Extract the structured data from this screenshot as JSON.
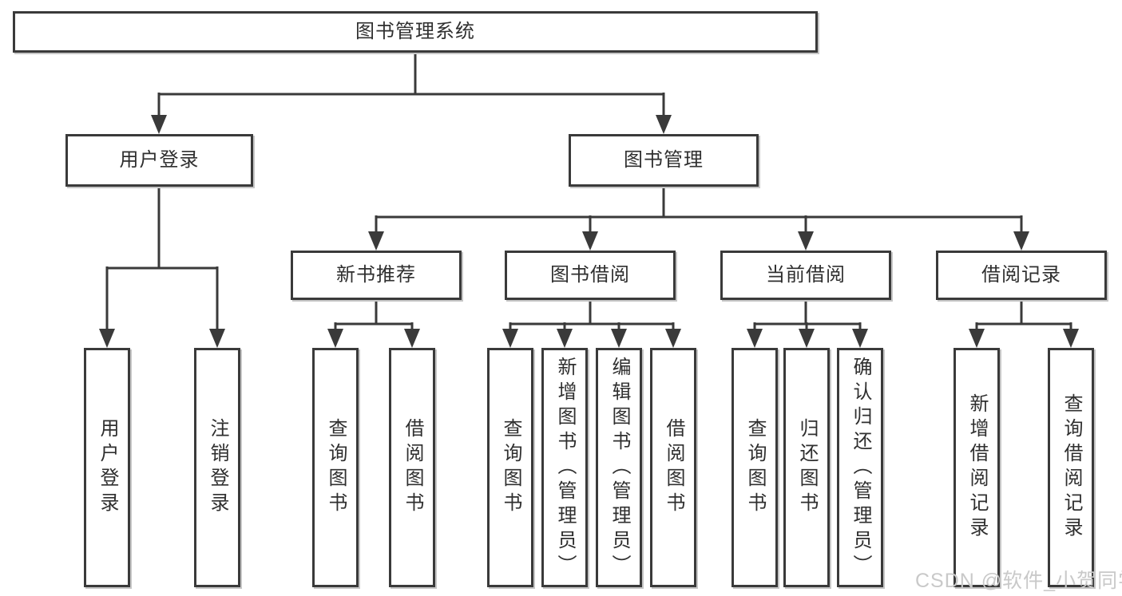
{
  "diagram": {
    "tree": {
      "label": "图书管理系统",
      "children": [
        {
          "label": "用户登录",
          "children": [
            {
              "label": "用户登录"
            },
            {
              "label": "注销登录"
            }
          ]
        },
        {
          "label": "图书管理",
          "children": [
            {
              "label": "新书推荐",
              "children": [
                {
                  "label": "查询图书"
                },
                {
                  "label": "借阅图书"
                }
              ]
            },
            {
              "label": "图书借阅",
              "children": [
                {
                  "label": "查询图书"
                },
                {
                  "label": "新增图书（管理员）"
                },
                {
                  "label": "编辑图书（管理员）"
                },
                {
                  "label": "借阅图书"
                }
              ]
            },
            {
              "label": "当前借阅",
              "children": [
                {
                  "label": "查询图书"
                },
                {
                  "label": "归还图书"
                },
                {
                  "label": "确认归还（管理员）"
                }
              ]
            },
            {
              "label": "借阅记录",
              "children": [
                {
                  "label": "新增借阅记录"
                },
                {
                  "label": "查询借阅记录"
                }
              ]
            }
          ]
        }
      ]
    },
    "watermark": "CSDN @软件_小贺同学",
    "colors": {
      "line": "#3a3a3a",
      "box_border": "#3a3a3a",
      "text": "#2f2f2f",
      "watermark": "#c9c9c9",
      "background": "#ffffff"
    }
  }
}
